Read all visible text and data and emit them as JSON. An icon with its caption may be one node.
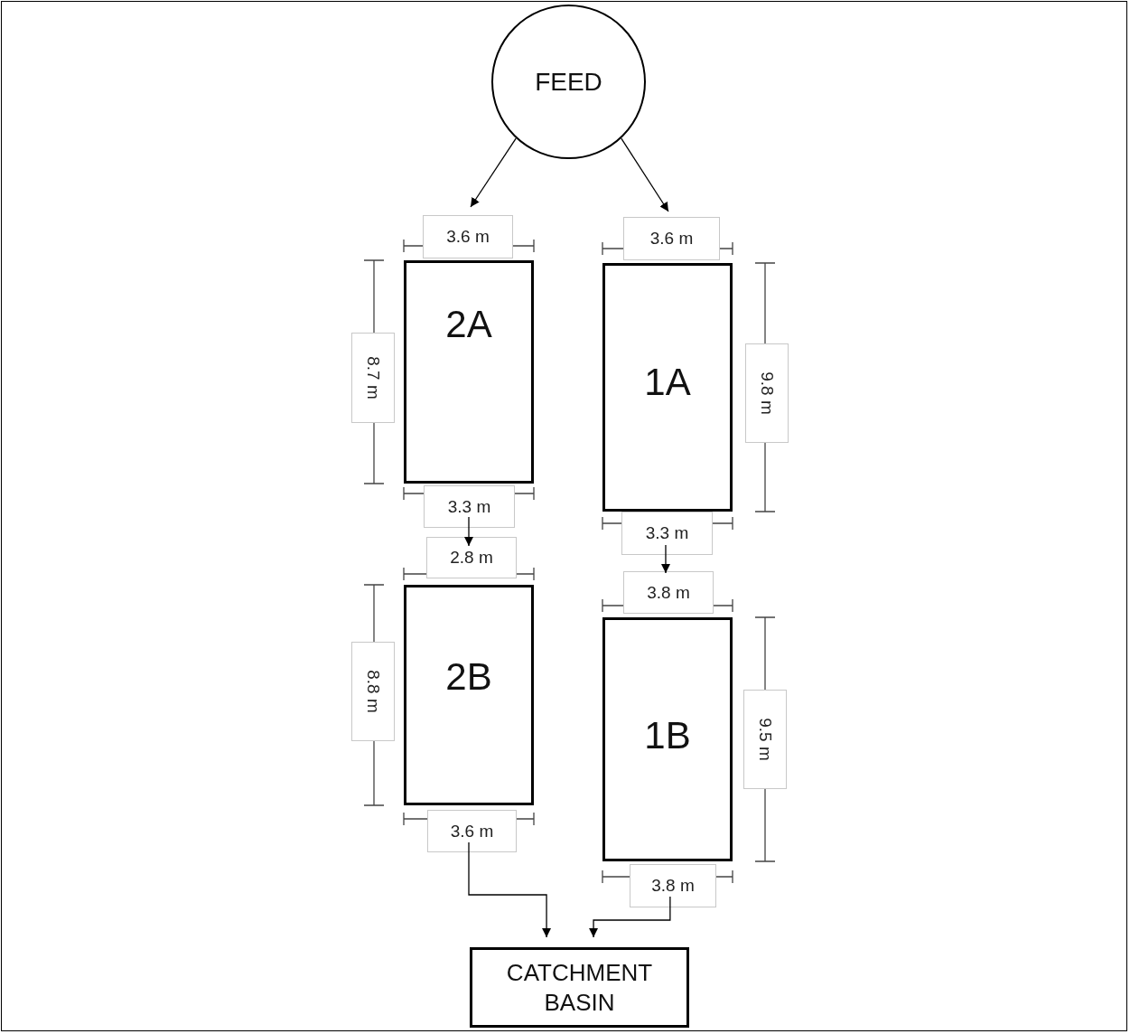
{
  "diagram": {
    "nodes": [
      {
        "text": [
          "FEED"
        ]
      },
      {
        "text": [
          "2A"
        ]
      },
      {
        "text": [
          "1A"
        ]
      },
      {
        "text": [
          "2B"
        ]
      },
      {
        "text": [
          "1B"
        ]
      },
      {
        "text": [
          "CATCHMENT BASIN"
        ]
      }
    ],
    "edges": [
      {
        "from": 0,
        "to": 1,
        "arrow": "to"
      },
      {
        "from": 0,
        "to": 2,
        "arrow": "to"
      },
      {
        "from": 1,
        "to": 3,
        "arrow": "to"
      },
      {
        "from": 2,
        "to": 4,
        "arrow": "to"
      },
      {
        "from": 3,
        "to": 5,
        "arrow": "to"
      },
      {
        "from": 4,
        "to": 5,
        "arrow": "to"
      }
    ],
    "labels": [
      "3.6 m",
      "3.6 m",
      "8.7 m",
      "9.8 m",
      "3.3 m",
      "3.3 m",
      "2.8 m",
      "3.8 m",
      "8.8 m",
      "9.5 m",
      "3.6 m",
      "3.8 m"
    ]
  }
}
